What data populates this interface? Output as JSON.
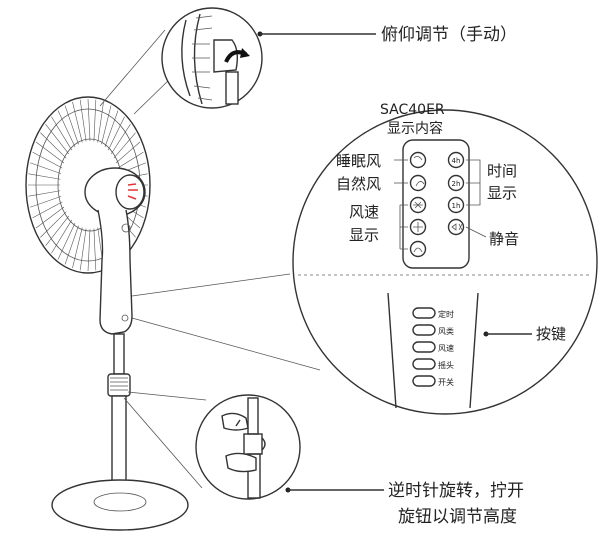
{
  "callouts": {
    "tilt": "俯仰调节（手动）",
    "buttons": "按键",
    "height_line1": "逆时针旋转，拧开",
    "height_line2": "旋钮以调节高度"
  },
  "display": {
    "model": "SAC40ER",
    "title": "显示内容",
    "sleep_wind": "睡眠风",
    "natural_wind": "自然风",
    "speed_line1": "风速",
    "speed_line2": "显示",
    "time_line1": "时间",
    "time_line2": "显示",
    "mute": "静音",
    "timer_4h": "4h",
    "timer_2h": "2h",
    "timer_1h": "1h"
  },
  "panel_buttons": [
    "定时",
    "风类",
    "风速",
    "摇头",
    "开关"
  ]
}
